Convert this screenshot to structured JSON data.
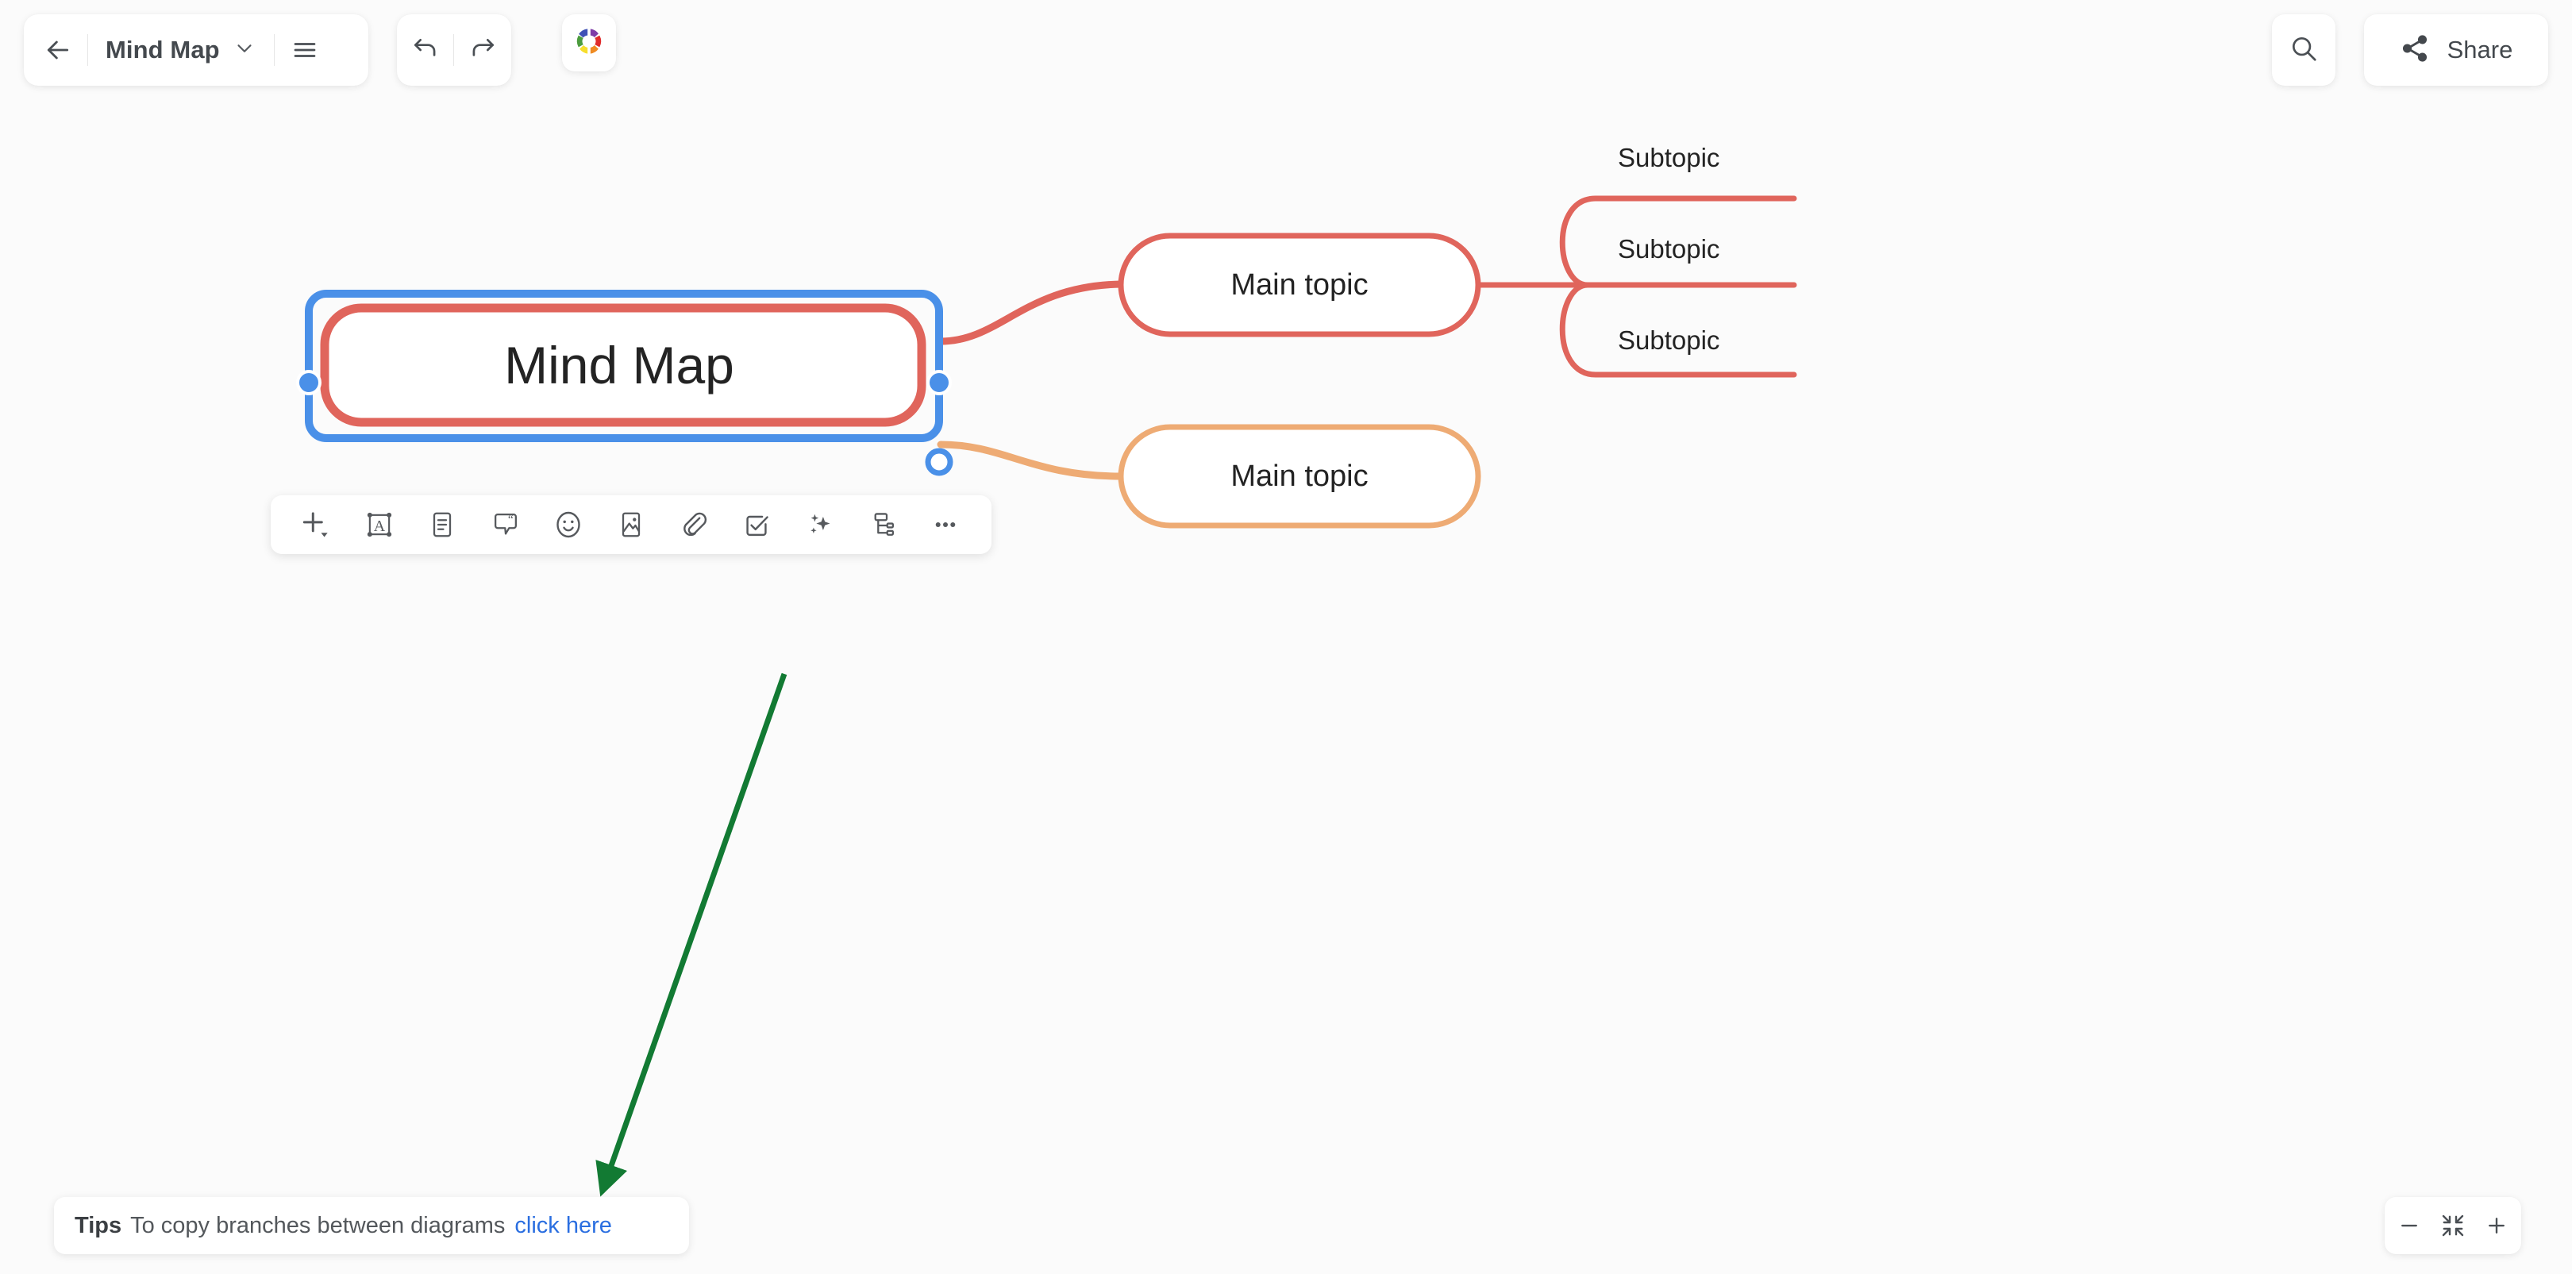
{
  "app": {
    "background_color": "#fbfbfb",
    "accent_blue": "#4a90e8",
    "branch_red": "#e0655c",
    "branch_orange": "#eeab74",
    "link_blue": "#2a6ee0",
    "arrow_green": "#127a33"
  },
  "header": {
    "back_icon": "arrow-left-icon",
    "document_title": "Mind Map",
    "title_caret_icon": "chevron-down-icon",
    "hamburger_icon": "hamburger-menu-icon",
    "undo_icon": "undo-arrow-icon",
    "redo_icon": "redo-arrow-icon",
    "logo_icon": "color-wheel-logo-icon",
    "search_icon": "search-icon",
    "share_icon": "share-nodes-icon",
    "share_label": "Share"
  },
  "mindmap": {
    "root": {
      "label": "Mind Map",
      "selected": true,
      "border_color": "#e0655c",
      "selection_color": "#4a90e8"
    },
    "branches": [
      {
        "label": "Main topic",
        "color": "#e0655c",
        "children": [
          {
            "label": "Subtopic"
          },
          {
            "label": "Subtopic"
          },
          {
            "label": "Subtopic"
          }
        ]
      },
      {
        "label": "Main topic",
        "color": "#eeab74",
        "children": []
      }
    ]
  },
  "node_toolbar": {
    "items": [
      {
        "name": "add-topic-button",
        "icon": "plus-with-caret-icon"
      },
      {
        "name": "text-box-button",
        "icon": "text-frame-a-icon"
      },
      {
        "name": "notes-button",
        "icon": "document-lines-icon"
      },
      {
        "name": "comment-button",
        "icon": "speech-bubble-quote-icon"
      },
      {
        "name": "emoji-button",
        "icon": "smiley-face-icon"
      },
      {
        "name": "image-button",
        "icon": "picture-mountain-icon"
      },
      {
        "name": "link-button",
        "icon": "paperclip-link-icon"
      },
      {
        "name": "task-button",
        "icon": "checkbox-check-icon"
      },
      {
        "name": "ai-assistant-button",
        "icon": "sparkles-icon"
      },
      {
        "name": "layout-button",
        "icon": "tree-layout-icon"
      },
      {
        "name": "more-options-button",
        "icon": "ellipsis-horizontal-icon"
      }
    ]
  },
  "tips": {
    "keyword": "Tips",
    "text": "To copy branches between diagrams",
    "link_label": "click here",
    "annotation_arrow": "green-annotation-arrow"
  },
  "zoom_controls": {
    "zoom_out_icon": "minus-icon",
    "fit_to_screen_icon": "fit-screen-arrows-icon",
    "zoom_in_icon": "plus-icon"
  }
}
